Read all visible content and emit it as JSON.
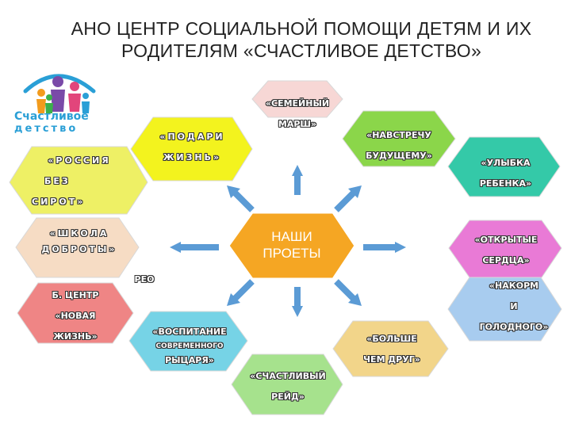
{
  "title": {
    "line1": "АНО ЦЕНТР СОЦИАЛЬНОЙ ПОМОЩИ ДЕТЯМ И ИХ",
    "line2": "РОДИТЕЛЯМ «СЧАСТЛИВОЕ ДЕТСТВО»"
  },
  "logo": {
    "line1": "Счастливое",
    "line2": "детство",
    "icon": "family-figures-icon"
  },
  "center": {
    "line1": "НАШИ",
    "line2": "ПРОЕТЫ",
    "color": "#f5a623"
  },
  "projects": [
    {
      "id": "semeyny-marsh",
      "lines": [
        "«СЕМЕЙНЫЙ",
        "МАРШ»"
      ],
      "color": "#f7d7d5"
    },
    {
      "id": "navstrechu",
      "lines": [
        "«НАВСТРЕЧУ",
        "БУДУЩЕМУ»"
      ],
      "color": "#8bd64a"
    },
    {
      "id": "ulybka",
      "lines": [
        "«УЛЫБКА",
        "РЕБЕНКА»"
      ],
      "color": "#34c9a8"
    },
    {
      "id": "otkrytye",
      "lines": [
        "«ОТКРЫТЫЕ",
        "СЕРДЦА»"
      ],
      "color": "#e97ad6"
    },
    {
      "id": "nakormi",
      "lines": [
        "«НАКОРМ",
        "И",
        "ГОЛОДНОГО»"
      ],
      "color": "#a8ccef"
    },
    {
      "id": "bolshe",
      "lines": [
        "«БОЛЬШЕ",
        "ЧЕМ ДРУГ»"
      ],
      "color": "#f2d58a"
    },
    {
      "id": "schastlivy-reid",
      "lines": [
        "«СЧАСТЛИВЫЙ",
        "РЕЙД»"
      ],
      "color": "#a6e28d"
    },
    {
      "id": "vospitanie",
      "lines": [
        "«ВОСПИТАНИЕ",
        "СОВРЕМЕННОГО",
        "РЫЦАРЯ»"
      ],
      "color": "#76d3e6"
    },
    {
      "id": "centr",
      "lines": [
        "Б. ЦЕНТР",
        "«НОВАЯ",
        "ЖИЗНЬ»"
      ],
      "color": "#ef8585"
    },
    {
      "id": "reo",
      "lines": [
        "РЕО"
      ],
      "color": "#ffffff"
    },
    {
      "id": "shkola",
      "lines": [
        "«ШКОЛА",
        "ДОБРОТЫ»"
      ],
      "color": "#f6dcc4"
    },
    {
      "id": "rossiya",
      "lines": [
        "«РОССИЯ",
        "БЕЗ",
        "СИРОТ»"
      ],
      "color": "#eef065"
    },
    {
      "id": "podari",
      "lines": [
        "«ПОДАРИ",
        "ЖИЗНЬ»"
      ],
      "color": "#f3f31e"
    }
  ],
  "arrow_color": "#5b9bd5"
}
